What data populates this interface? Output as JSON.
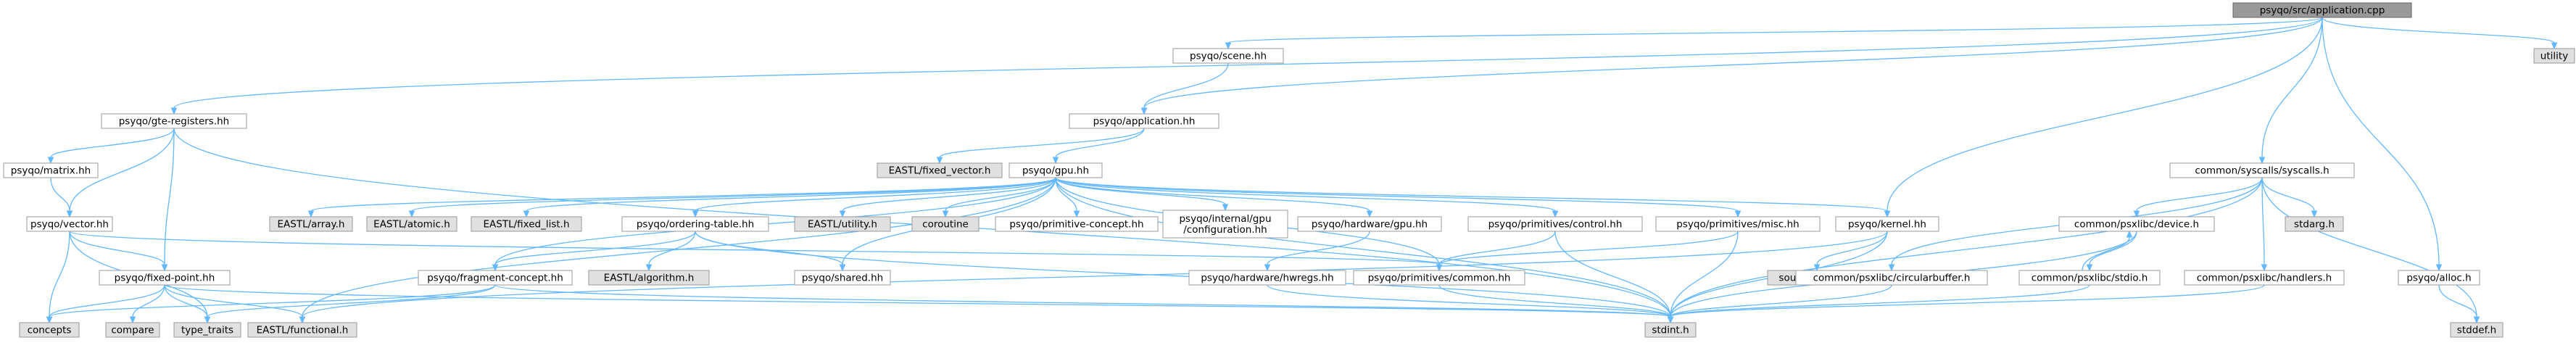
{
  "graph": {
    "title": "psyqo/src/application.cpp",
    "colors": {
      "edge": "#63b8ff",
      "root_fill": "#999999",
      "external_fill": "#e0e0e0",
      "node_border": "#999999"
    },
    "nodes": [
      {
        "id": "root",
        "label": "psyqo/src/application.cpp",
        "kind": "root"
      },
      {
        "id": "scene",
        "label": "psyqo/scene.hh",
        "kind": "doc"
      },
      {
        "id": "utility",
        "label": "utility",
        "kind": "external"
      },
      {
        "id": "gte",
        "label": "psyqo/gte-registers.hh",
        "kind": "doc"
      },
      {
        "id": "app",
        "label": "psyqo/application.hh",
        "kind": "doc"
      },
      {
        "id": "syscalls",
        "label": "common/syscalls/syscalls.h",
        "kind": "doc"
      },
      {
        "id": "matrix",
        "label": "psyqo/matrix.hh",
        "kind": "doc"
      },
      {
        "id": "fixedvec",
        "label": "EASTL/fixed_vector.h",
        "kind": "external"
      },
      {
        "id": "gpu",
        "label": "psyqo/gpu.hh",
        "kind": "doc"
      },
      {
        "id": "vector",
        "label": "psyqo/vector.hh",
        "kind": "doc"
      },
      {
        "id": "array",
        "label": "EASTL/array.h",
        "kind": "external"
      },
      {
        "id": "atomic",
        "label": "EASTL/atomic.h",
        "kind": "external"
      },
      {
        "id": "fixedlist",
        "label": "EASTL/fixed_list.h",
        "kind": "external"
      },
      {
        "id": "ordering",
        "label": "psyqo/ordering-table.hh",
        "kind": "doc"
      },
      {
        "id": "eutility",
        "label": "EASTL/utility.h",
        "kind": "external"
      },
      {
        "id": "coroutine",
        "label": "coroutine",
        "kind": "external"
      },
      {
        "id": "primconcept",
        "label": "psyqo/primitive-concept.hh",
        "kind": "doc"
      },
      {
        "id": "config",
        "label": "psyqo/internal/gpu\n/configuration.hh",
        "kind": "doc"
      },
      {
        "id": "hwgpu",
        "label": "psyqo/hardware/gpu.hh",
        "kind": "doc"
      },
      {
        "id": "control",
        "label": "psyqo/primitives/control.hh",
        "kind": "doc"
      },
      {
        "id": "misc",
        "label": "psyqo/primitives/misc.hh",
        "kind": "doc"
      },
      {
        "id": "kernel",
        "label": "psyqo/kernel.hh",
        "kind": "doc"
      },
      {
        "id": "device",
        "label": "common/psxlibc/device.h",
        "kind": "doc"
      },
      {
        "id": "stdarg",
        "label": "stdarg.h",
        "kind": "external"
      },
      {
        "id": "fixedpoint",
        "label": "psyqo/fixed-point.hh",
        "kind": "doc"
      },
      {
        "id": "algorithm",
        "label": "EASTL/algorithm.h",
        "kind": "external"
      },
      {
        "id": "fragment",
        "label": "psyqo/fragment-concept.hh",
        "kind": "doc"
      },
      {
        "id": "shared",
        "label": "psyqo/shared.hh",
        "kind": "doc"
      },
      {
        "id": "hwregs",
        "label": "psyqo/hardware/hwregs.hh",
        "kind": "doc"
      },
      {
        "id": "common",
        "label": "psyqo/primitives/common.hh",
        "kind": "doc"
      },
      {
        "id": "srcloc",
        "label": "source_location",
        "kind": "external"
      },
      {
        "id": "circbuf",
        "label": "common/psxlibc/circularbuffer.h",
        "kind": "doc"
      },
      {
        "id": "stdio",
        "label": "common/psxlibc/stdio.h",
        "kind": "doc"
      },
      {
        "id": "handlers",
        "label": "common/psxlibc/handlers.h",
        "kind": "doc"
      },
      {
        "id": "alloc",
        "label": "psyqo/alloc.h",
        "kind": "doc"
      },
      {
        "id": "concepts",
        "label": "concepts",
        "kind": "external"
      },
      {
        "id": "compare",
        "label": "compare",
        "kind": "external"
      },
      {
        "id": "typetraits",
        "label": "type_traits",
        "kind": "external"
      },
      {
        "id": "functional",
        "label": "EASTL/functional.h",
        "kind": "external"
      },
      {
        "id": "stdint",
        "label": "stdint.h",
        "kind": "external"
      },
      {
        "id": "stddef",
        "label": "stddef.h",
        "kind": "external"
      }
    ],
    "edges": [
      [
        "root",
        "scene"
      ],
      [
        "root",
        "utility"
      ],
      [
        "root",
        "gte"
      ],
      [
        "root",
        "app"
      ],
      [
        "root",
        "syscalls"
      ],
      [
        "root",
        "kernel"
      ],
      [
        "root",
        "alloc"
      ],
      [
        "scene",
        "app"
      ],
      [
        "gte",
        "matrix"
      ],
      [
        "gte",
        "vector"
      ],
      [
        "gte",
        "fixedpoint"
      ],
      [
        "gte",
        "stdint"
      ],
      [
        "app",
        "fixedvec"
      ],
      [
        "app",
        "gpu"
      ],
      [
        "matrix",
        "vector"
      ],
      [
        "vector",
        "fixedpoint"
      ],
      [
        "vector",
        "concepts"
      ],
      [
        "vector",
        "typetraits"
      ],
      [
        "vector",
        "common"
      ],
      [
        "fixedpoint",
        "concepts"
      ],
      [
        "fixedpoint",
        "compare"
      ],
      [
        "fixedpoint",
        "typetraits"
      ],
      [
        "fixedpoint",
        "functional"
      ],
      [
        "fixedpoint",
        "stdint"
      ],
      [
        "gpu",
        "array"
      ],
      [
        "gpu",
        "atomic"
      ],
      [
        "gpu",
        "fixedlist"
      ],
      [
        "gpu",
        "ordering"
      ],
      [
        "gpu",
        "eutility"
      ],
      [
        "gpu",
        "coroutine"
      ],
      [
        "gpu",
        "primconcept"
      ],
      [
        "gpu",
        "config"
      ],
      [
        "gpu",
        "hwgpu"
      ],
      [
        "gpu",
        "control"
      ],
      [
        "gpu",
        "misc"
      ],
      [
        "gpu",
        "kernel"
      ],
      [
        "gpu",
        "fragment"
      ],
      [
        "gpu",
        "shared"
      ],
      [
        "gpu",
        "common"
      ],
      [
        "gpu",
        "functional"
      ],
      [
        "gpu",
        "stdint"
      ],
      [
        "ordering",
        "algorithm"
      ],
      [
        "ordering",
        "fragment"
      ],
      [
        "ordering",
        "shared"
      ],
      [
        "ordering",
        "stdint"
      ],
      [
        "fragment",
        "concepts"
      ],
      [
        "fragment",
        "typetraits"
      ],
      [
        "fragment",
        "stdint"
      ],
      [
        "hwgpu",
        "hwregs"
      ],
      [
        "hwregs",
        "stdint"
      ],
      [
        "control",
        "common"
      ],
      [
        "control",
        "stdint"
      ],
      [
        "misc",
        "common"
      ],
      [
        "misc",
        "stdint"
      ],
      [
        "common",
        "stdint"
      ],
      [
        "kernel",
        "srcloc"
      ],
      [
        "kernel",
        "functional"
      ],
      [
        "kernel",
        "stdint"
      ],
      [
        "syscalls",
        "device"
      ],
      [
        "syscalls",
        "stdarg"
      ],
      [
        "syscalls",
        "circbuf"
      ],
      [
        "syscalls",
        "handlers"
      ],
      [
        "syscalls",
        "stdint"
      ],
      [
        "syscalls",
        "stddef"
      ],
      [
        "device",
        "stdio"
      ],
      [
        "device",
        "stdint"
      ],
      [
        "stdio",
        "device"
      ],
      [
        "stdio",
        "stdint"
      ],
      [
        "circbuf",
        "stdint"
      ],
      [
        "handlers",
        "stdint"
      ],
      [
        "alloc",
        "stddef"
      ]
    ]
  }
}
